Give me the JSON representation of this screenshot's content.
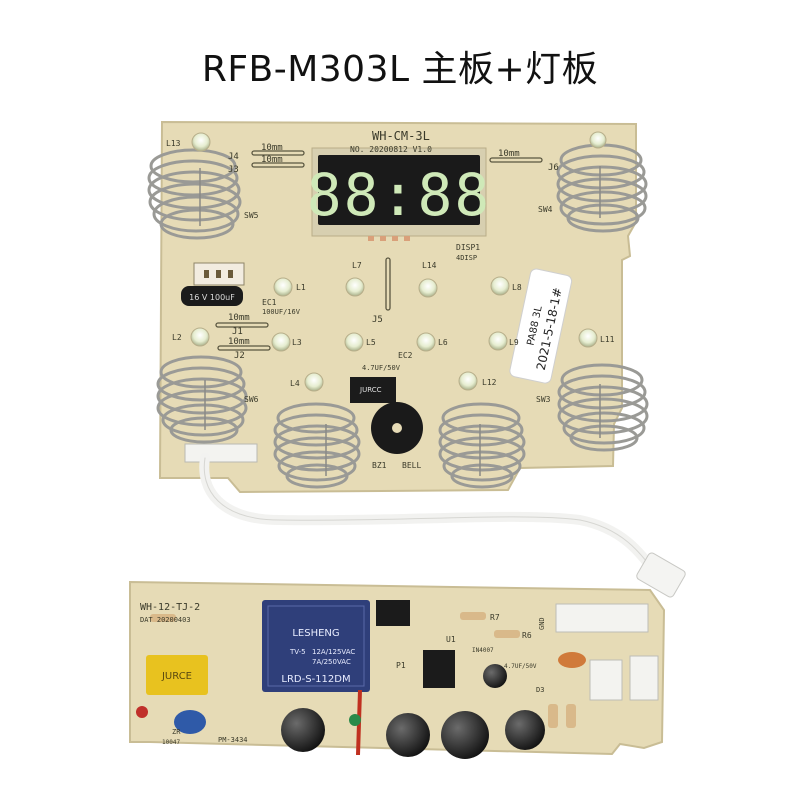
{
  "title": "RFB-M303L 主板+灯板",
  "top_board": {
    "model": "WH-CM-3L",
    "serial": "NO. 20200812  V1.0",
    "display_digits": "88:88",
    "display_label_1": "DISP1",
    "display_label_2": "4DISP",
    "sticker_line_1": "PA88 3L",
    "sticker_line_2": "2021-5-18-1#",
    "labels": {
      "j4": "J4",
      "j3": "J3",
      "j6": "J6",
      "j1": "J1",
      "j2": "J2",
      "j5": "J5",
      "mm": "10mm",
      "sw5": "SW5",
      "sw4": "SW4",
      "sw6": "SW6",
      "sw3": "SW3",
      "ec1": "EC1",
      "ec1_spec": "100UF/16V",
      "ec2": "EC2",
      "ec2_spec": "4.7UF/50V",
      "cap_text": "16 V  100uF",
      "buzzer": "BZ1",
      "bell": "BELL",
      "jurcc": "JURCC",
      "l13": "L13",
      "l7": "L7",
      "l14": "L14",
      "l1": "L1",
      "l8": "L8",
      "l2": "L2",
      "l3": "L3",
      "l5": "L5",
      "l6": "L6",
      "l9": "L9",
      "l11": "L11",
      "l4": "L4",
      "l12": "L12"
    }
  },
  "bottom_board": {
    "model": "WH-12-TJ-2",
    "date": "DAT 20200403",
    "relay_brand": "LESHENG",
    "relay_model": "LRD-S-112DM",
    "relay_spec_1": "12A/125VAC",
    "relay_spec_2": "7A/250VAC",
    "relay_spec_3": "TV-5",
    "x_cap_brand": "JURCE",
    "labels": {
      "u1": "U1",
      "r7": "R7",
      "r6": "R6",
      "gnd": "GND",
      "in4007": "IN4007",
      "p1": "P1",
      "zr": "ZR",
      "code": "PM-3434",
      "ec_spec": "4.7UF/50V",
      "d3": "D3",
      "cn": "10047"
    }
  },
  "colors": {
    "pcb": "#e6dbb6",
    "pcb_edge": "#c9bd95",
    "silk": "#3a3a2a",
    "display_bg": "#1a1a1a",
    "segment": "#cfe9b8",
    "led": "#eef4d8",
    "spring": "#9a9a96",
    "relay": "#2f3f7a",
    "x_cap": "#e8c21f",
    "y_cap": "#2f5aa8"
  }
}
